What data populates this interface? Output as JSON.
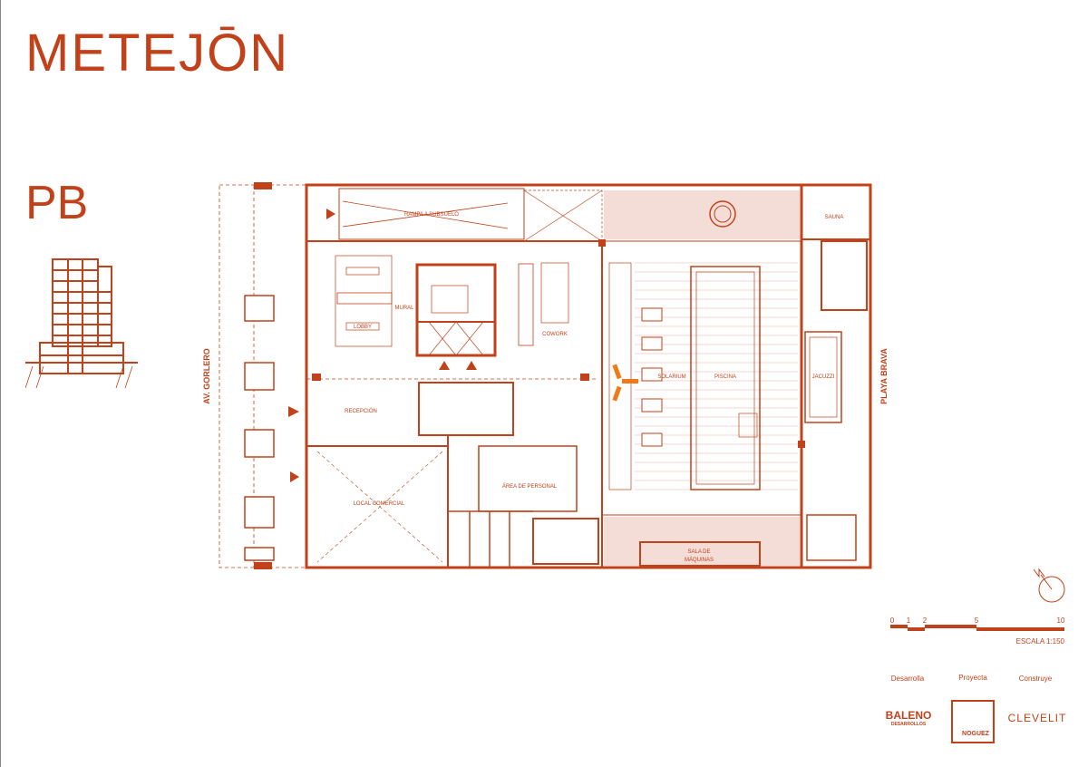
{
  "brand": "METEJŌN",
  "floor_label": "PB",
  "streets": {
    "left": "AV. GORLERO",
    "right": "PLAYA BRAVA"
  },
  "rooms": {
    "ramp": "RAMPA A SUBSUELO",
    "mural": "MURAL",
    "lobby": "LOBBY",
    "cowork": "COWORK",
    "reception": "RECEPCIÓN",
    "shop": "LOCAL COMERCIAL",
    "staff": "ÁREA DE PERSONAL",
    "solarium": "SOLARIUM",
    "pool": "PISCINA",
    "jacuzzi": "JACUZZI",
    "sauna": "SAUNA",
    "machines_1": "SALA DE",
    "machines_2": "MÁQUINAS"
  },
  "scale": {
    "ticks": [
      "0",
      "1",
      "2",
      "5",
      "10"
    ],
    "label": "ESCALA 1:150"
  },
  "credits": {
    "develops": "Desarrolla",
    "designs": "Proyecta",
    "builds": "Construye",
    "developer": "BALENO",
    "developer_sub": "DESARROLLOS",
    "architect": "NOGUEZ",
    "builder": "CLEVELIT"
  },
  "colors": {
    "primary": "#c1421a",
    "accent": "#f07a1a"
  }
}
